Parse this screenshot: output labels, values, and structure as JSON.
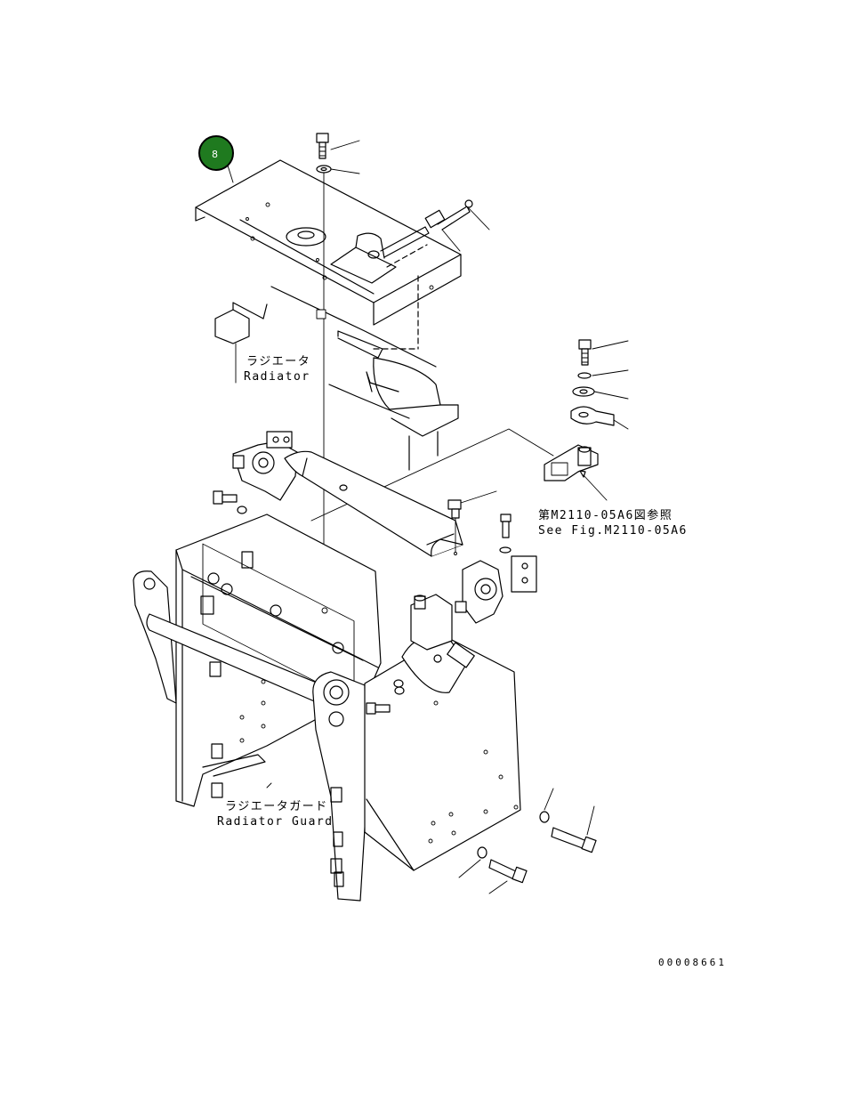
{
  "badge": {
    "number": "8",
    "color": "#1f7a1f"
  },
  "labels": {
    "radiator_jp": "ラジエータ",
    "radiator_en": "Radiator",
    "see_fig_jp": "第M2110-05A6図参照",
    "see_fig_en": "See Fig.M2110-05A6",
    "guard_jp": "ラジエータガード",
    "guard_en": "Radiator Guard"
  },
  "document_number": "00008661"
}
